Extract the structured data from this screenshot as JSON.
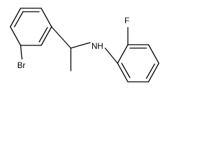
{
  "molecule": {
    "atoms": {
      "bromine": "Br",
      "amine": "NH",
      "fluorine": "F"
    },
    "colors": {
      "bond": "#000000",
      "background": "#ffffff"
    }
  }
}
